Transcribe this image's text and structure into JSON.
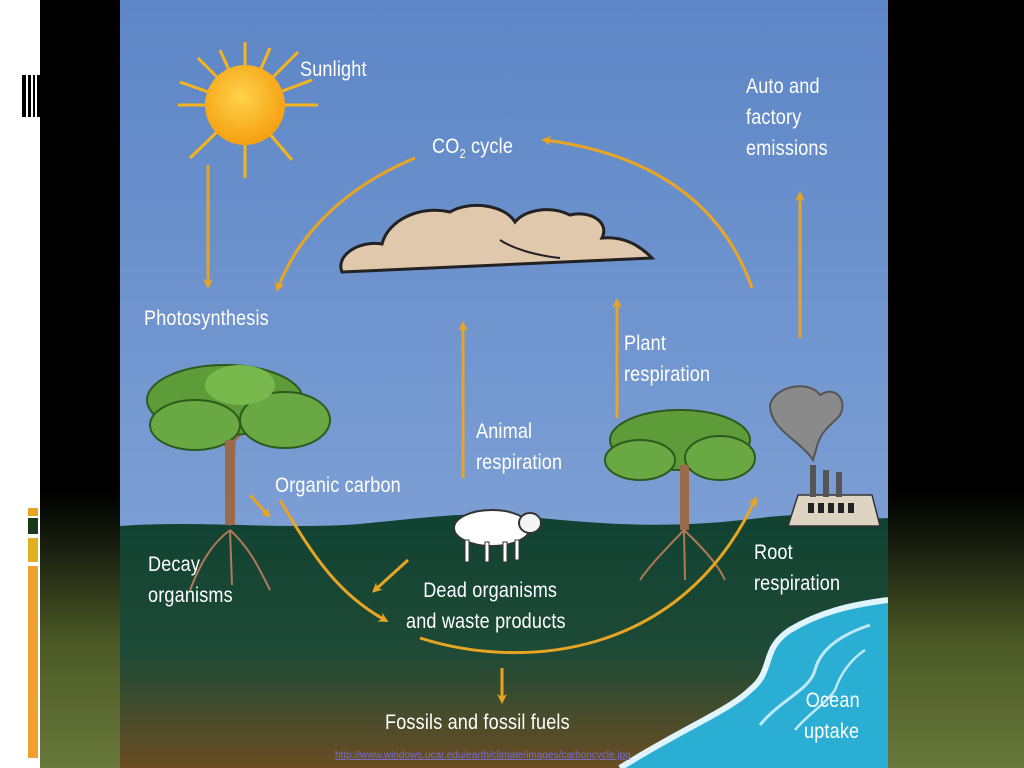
{
  "labels": {
    "sunlight": "Sunlight",
    "co2": "CO",
    "co2_sub": "2",
    "co2_tail": " cycle",
    "auto": [
      "Auto and",
      "factory",
      "emissions"
    ],
    "photosynthesis": "Photosynthesis",
    "plant_resp": [
      "Plant",
      "respiration"
    ],
    "animal_resp": [
      "Animal",
      "respiration"
    ],
    "organic_carbon": "Organic carbon",
    "decay": [
      "Decay",
      "organisms"
    ],
    "dead": [
      "Dead organisms",
      "and waste products"
    ],
    "root_resp": [
      "Root",
      "respiration"
    ],
    "fossils": "Fossils and fossil fuels",
    "ocean": [
      "Ocean",
      "uptake"
    ]
  },
  "source_link": "http://www.windows.ucar.edu/earth/climate/images/carboncycle.jpg",
  "colors": {
    "sky_top": "#5d86c6",
    "sky_bottom": "#86a6d8",
    "ground_top": "#114232",
    "ground_bottom": "#5d4a22",
    "arrow": "#e8a524",
    "sun": "#f5b41c",
    "ocean": "#2aaed4",
    "tree_foliage": "#5e9c3a",
    "trunk": "#9a6a4a"
  }
}
